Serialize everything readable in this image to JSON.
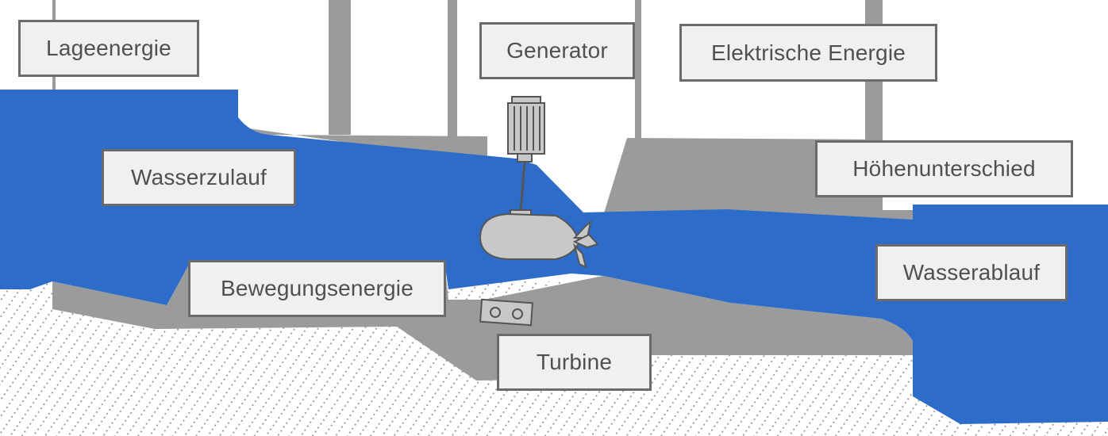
{
  "labels": {
    "lageenergie": "Lageenergie",
    "generator": "Generator",
    "elektrische_energie": "Elektrische Energie",
    "wasserzulauf": "Wasserzulauf",
    "hoehenunterschied": "Höhenunterschied",
    "bewegungsenergie": "Bewegungsenergie",
    "wasserablauf": "Wasserablauf",
    "turbine": "Turbine"
  },
  "colors": {
    "water": "#2d6dc9",
    "concrete": "#9b9b9b",
    "ground_dots": "#9a9a9a",
    "machine": "#c8c8c8",
    "machine_outline": "#555555",
    "label_background": "#f0f0f0",
    "label_border": "#6b6b6b",
    "label_text": "#505050"
  }
}
